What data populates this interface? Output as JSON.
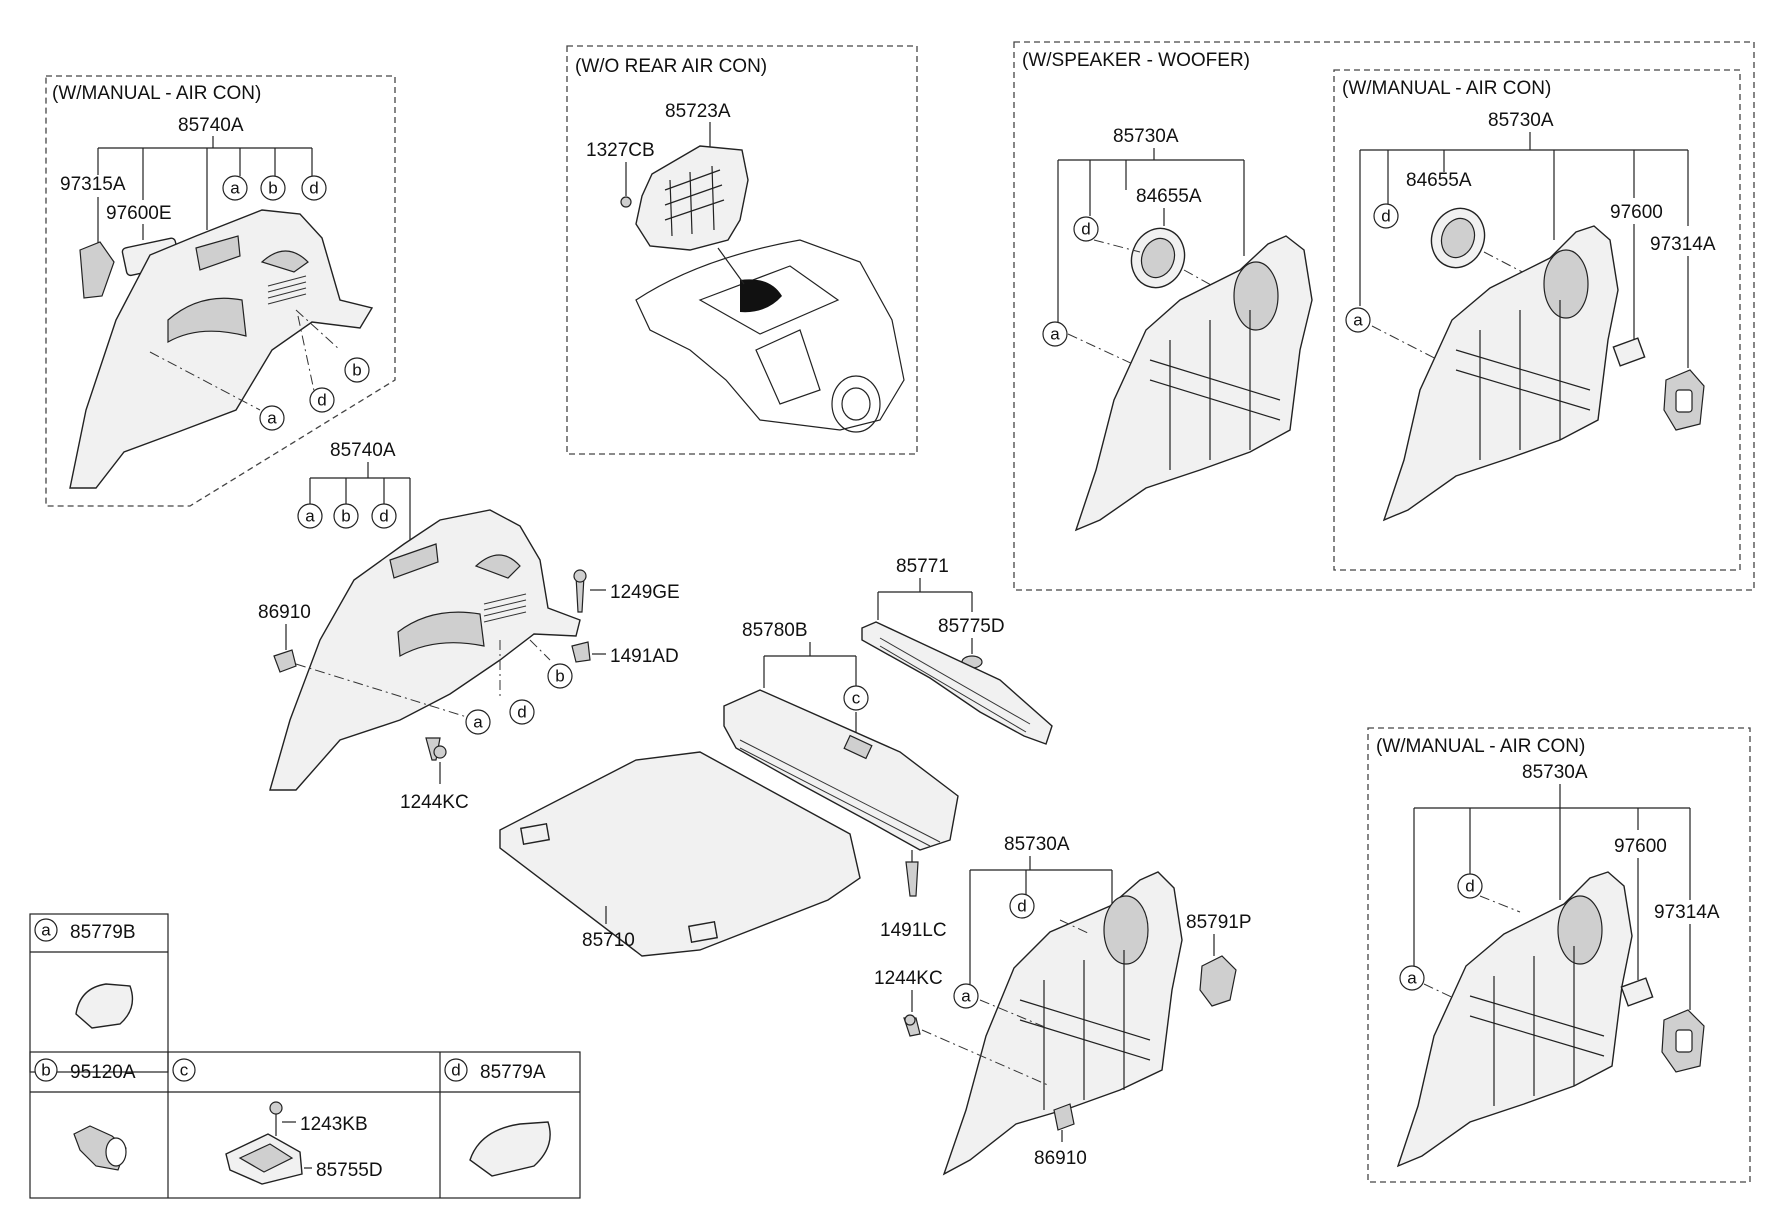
{
  "boxes": {
    "top_left_title": "(W/MANUAL - AIR CON)",
    "rear_air_title": "(W/O REAR AIR CON)",
    "speaker_title": "(W/SPEAKER - WOOFER)",
    "speaker_inner_title": "(W/MANUAL - AIR CON)",
    "bottom_right_title": "(W/MANUAL - AIR CON)"
  },
  "labels": {
    "p85740A_top": "85740A",
    "p97315A": "97315A",
    "p97600E": "97600E",
    "p85723A": "85723A",
    "p1327CB": "1327CB",
    "p85730A_spk": "85730A",
    "p84655A_spk": "84655A",
    "p85730A_inner": "85730A",
    "p84655A_inner": "84655A",
    "p97600_inner": "97600",
    "p97314A_inner": "97314A",
    "p85740A_main": "85740A",
    "p86910_left": "86910",
    "p1249GE": "1249GE",
    "p1491AD": "1491AD",
    "p1244KC_left": "1244KC",
    "p85771": "85771",
    "p85775D": "85775D",
    "p85780B": "85780B",
    "p1491LC": "1491LC",
    "p85710": "85710",
    "p85730A_bottom": "85730A",
    "p85791P": "85791P",
    "p1244KC_bottom": "1244KC",
    "p86910_bottom": "86910",
    "p85730A_br": "85730A",
    "p97600_br": "97600",
    "p97314A_br": "97314A"
  },
  "legend": {
    "a": {
      "letter": "a",
      "part": "85779B"
    },
    "b": {
      "letter": "b",
      "part": "95120A"
    },
    "c": {
      "letter": "c",
      "part": ""
    },
    "c_sub1": "1243KB",
    "c_sub2": "85755D",
    "d": {
      "letter": "d",
      "part": "85779A"
    }
  },
  "callout_letters": {
    "a": "a",
    "b": "b",
    "c": "c",
    "d": "d"
  }
}
